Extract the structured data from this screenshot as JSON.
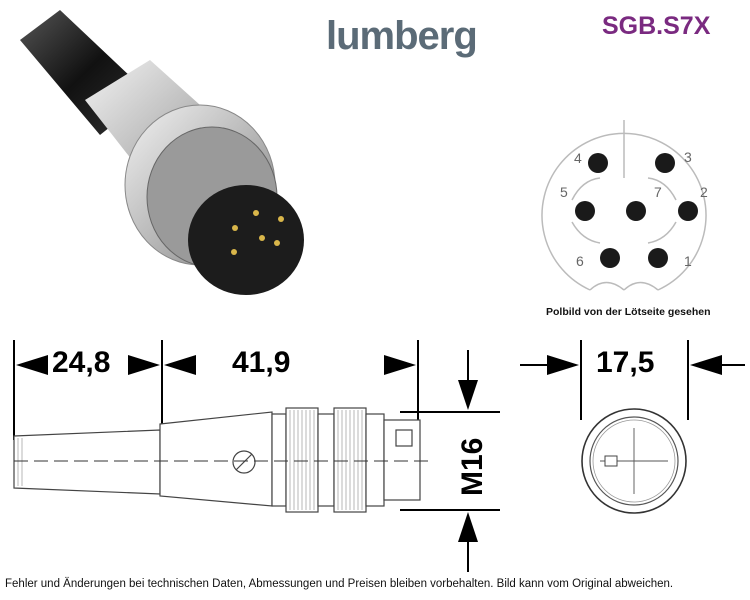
{
  "header": {
    "brand": "lumberg",
    "model": "SGB.S7X"
  },
  "pinout": {
    "caption": "Polbild von der Lötseite gesehen",
    "pins": [
      "1",
      "2",
      "3",
      "4",
      "5",
      "6",
      "7"
    ]
  },
  "dimensions": {
    "body_length": "24,8",
    "total_length": "41,9",
    "diameter": "17,5",
    "thread": "M16"
  },
  "footer": {
    "disclaimer": "Fehler und Änderungen bei technischen Daten, Abmessungen und Preisen bleiben vorbehalten. Bild kann vom Original abweichen."
  },
  "colors": {
    "brand": "#5b6b77",
    "model": "#7a2a80"
  }
}
